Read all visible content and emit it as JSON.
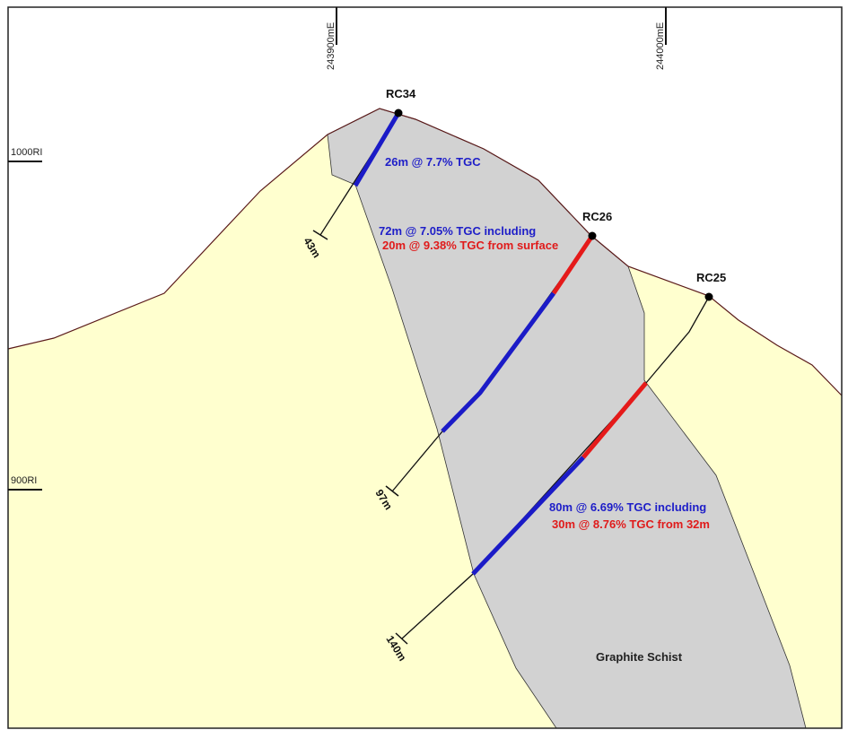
{
  "colors": {
    "host_rock": "#ffffcf",
    "graphite_schist": "#d2d2d2",
    "blue_intercept": "#1b1bc7",
    "red_intercept": "#e51a1a",
    "topography": "#5a1a1a"
  },
  "grid": {
    "easting_1": "243900mE",
    "easting_2": "244000mE",
    "rl_1": "1000RI",
    "rl_2": "900RI"
  },
  "holes": [
    {
      "name": "RC34",
      "end_depth": "43m"
    },
    {
      "name": "RC26",
      "end_depth": "97m"
    },
    {
      "name": "RC25",
      "end_depth": "140m"
    }
  ],
  "intercepts": {
    "rc34": "26m @ 7.7% TGC",
    "rc26_main": "72m @ 7.05% TGC including",
    "rc26_sub": "20m @ 9.38% TGC from surface",
    "rc25_main": "80m @ 6.69% TGC including",
    "rc25_sub": "30m @ 8.76% TGC from 32m"
  },
  "units": {
    "schist": "Graphite Schist"
  }
}
